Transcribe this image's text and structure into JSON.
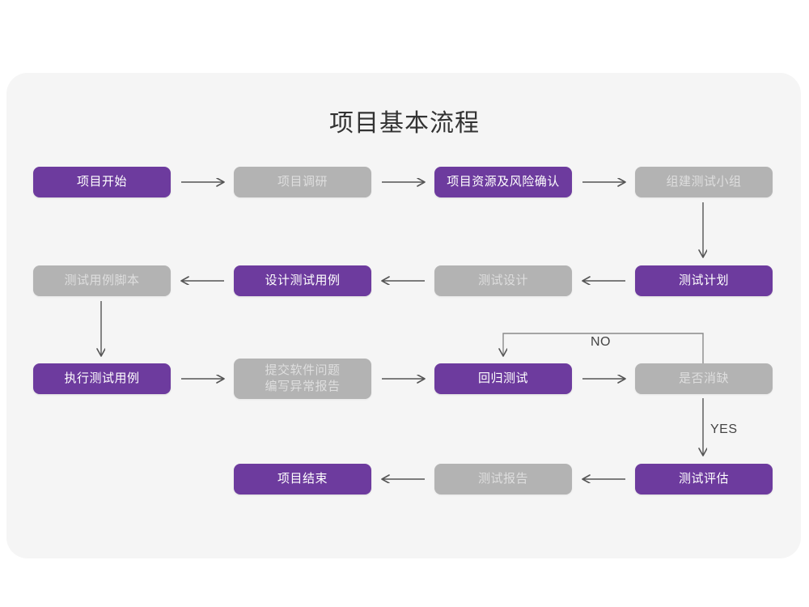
{
  "page": {
    "title": "项目基本流程",
    "background": "#ffffff",
    "card_background": "#f5f5f5"
  },
  "colors": {
    "accent_purple": "#6d3b9e",
    "muted_gray": "#b3b3b3",
    "gray_text": "#dedede",
    "line": "#777777",
    "title_text": "#333333",
    "label_text": "#444444"
  },
  "chart_data": {
    "type": "diagram",
    "title": "项目基本流程",
    "nodes": [
      {
        "id": "n1",
        "label": "项目开始",
        "style": "purple",
        "row": 1,
        "col": 1
      },
      {
        "id": "n2",
        "label": "项目调研",
        "style": "gray",
        "row": 1,
        "col": 2
      },
      {
        "id": "n3",
        "label": "项目资源及风险确认",
        "style": "purple",
        "row": 1,
        "col": 3
      },
      {
        "id": "n4",
        "label": "组建测试小组",
        "style": "gray",
        "row": 1,
        "col": 4
      },
      {
        "id": "n5",
        "label": "测试用例脚本",
        "style": "gray",
        "row": 2,
        "col": 1
      },
      {
        "id": "n6",
        "label": "设计测试用例",
        "style": "purple",
        "row": 2,
        "col": 2
      },
      {
        "id": "n7",
        "label": "测试设计",
        "style": "gray",
        "row": 2,
        "col": 3
      },
      {
        "id": "n8",
        "label": "测试计划",
        "style": "purple",
        "row": 2,
        "col": 4
      },
      {
        "id": "n9",
        "label": "执行测试用例",
        "style": "purple",
        "row": 3,
        "col": 1
      },
      {
        "id": "n10",
        "label": "提交软件问题\n编写异常报告",
        "style": "gray",
        "row": 3,
        "col": 2
      },
      {
        "id": "n11",
        "label": "回归测试",
        "style": "purple",
        "row": 3,
        "col": 3
      },
      {
        "id": "n12",
        "label": "是否消缺",
        "style": "gray",
        "row": 3,
        "col": 4
      },
      {
        "id": "n13",
        "label": "项目结束",
        "style": "purple",
        "row": 4,
        "col": 2
      },
      {
        "id": "n14",
        "label": "测试报告",
        "style": "gray",
        "row": 4,
        "col": 3
      },
      {
        "id": "n15",
        "label": "测试评估",
        "style": "purple",
        "row": 4,
        "col": 4
      }
    ],
    "edges": [
      {
        "from": "n1",
        "to": "n2",
        "label": "",
        "direction": "right"
      },
      {
        "from": "n2",
        "to": "n3",
        "label": "",
        "direction": "right"
      },
      {
        "from": "n3",
        "to": "n4",
        "label": "",
        "direction": "right"
      },
      {
        "from": "n4",
        "to": "n8",
        "label": "",
        "direction": "down"
      },
      {
        "from": "n8",
        "to": "n7",
        "label": "",
        "direction": "left"
      },
      {
        "from": "n7",
        "to": "n6",
        "label": "",
        "direction": "left"
      },
      {
        "from": "n6",
        "to": "n5",
        "label": "",
        "direction": "left"
      },
      {
        "from": "n5",
        "to": "n9",
        "label": "",
        "direction": "down"
      },
      {
        "from": "n9",
        "to": "n10",
        "label": "",
        "direction": "right"
      },
      {
        "from": "n10",
        "to": "n11",
        "label": "",
        "direction": "right"
      },
      {
        "from": "n11",
        "to": "n12",
        "label": "",
        "direction": "right"
      },
      {
        "from": "n12",
        "to": "n11",
        "label": "NO",
        "direction": "loop-up-left"
      },
      {
        "from": "n12",
        "to": "n15",
        "label": "YES",
        "direction": "down"
      },
      {
        "from": "n15",
        "to": "n14",
        "label": "",
        "direction": "left"
      },
      {
        "from": "n14",
        "to": "n13",
        "label": "",
        "direction": "left"
      }
    ],
    "edge_labels": [
      "NO",
      "YES"
    ]
  }
}
